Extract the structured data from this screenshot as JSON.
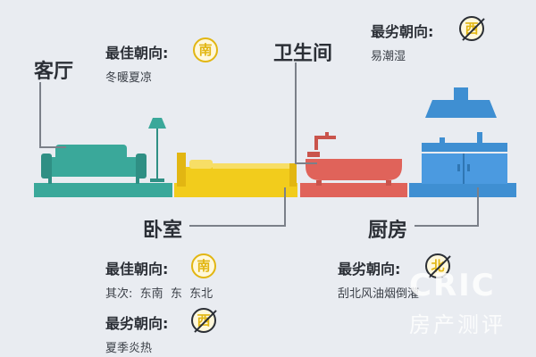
{
  "rooms": {
    "living": {
      "name": "客厅",
      "best_label": "最佳朝向:",
      "best_dir": "南",
      "note": "冬暖夏凉"
    },
    "bedroom": {
      "name": "卧室",
      "best_label": "最佳朝向:",
      "best_dir": "南",
      "second": "其次:  东南  东  东北",
      "worst_label": "最劣朝向:",
      "worst_dir": "西",
      "worst_note": "夏季炎热"
    },
    "bathroom": {
      "name": "卫生间",
      "worst_label": "最劣朝向:",
      "worst_dir": "西",
      "note": "易潮湿"
    },
    "kitchen": {
      "name": "厨房",
      "worst_label": "最劣朝向:",
      "worst_dir": "北",
      "note": "刮北风油烟倒灌"
    }
  },
  "watermark": {
    "brand": "CRIC",
    "text": "房产测评"
  },
  "colors": {
    "living": "#3aa89a",
    "bedroom": "#f2cc1c",
    "bathroom": "#e0635a",
    "kitchen": "#3f8fd2",
    "badge": "#e2b612"
  }
}
